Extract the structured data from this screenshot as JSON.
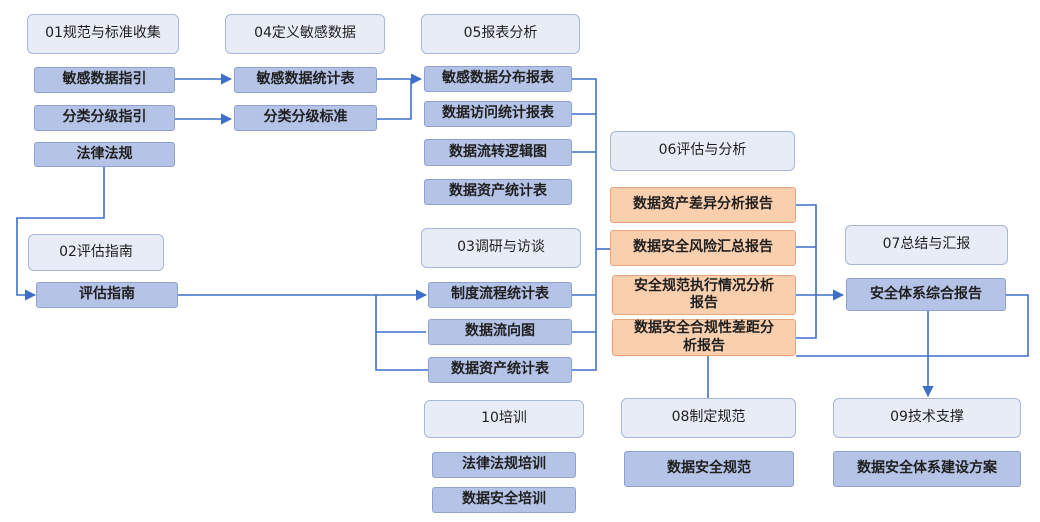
{
  "colors": {
    "wire": "#3e6fc7",
    "header_fill": "#e8ecf7",
    "item_fill": "#b4c3e6",
    "report_fill": "#f9cfae"
  },
  "groups": {
    "g01": {
      "title": "01规范与标准收集",
      "items": [
        "敏感数据指引",
        "分类分级指引",
        "法律法规"
      ]
    },
    "g02": {
      "title": "02评估指南",
      "items": [
        "评估指南"
      ]
    },
    "g03": {
      "title": "03调研与访谈",
      "items": [
        "制度流程统计表",
        "数据流向图",
        "数据资产统计表"
      ]
    },
    "g04": {
      "title": "04定义敏感数据",
      "items": [
        "敏感数据统计表",
        "分类分级标准"
      ]
    },
    "g05": {
      "title": "05报表分析",
      "items": [
        "敏感数据分布报表",
        "数据访问统计报表",
        "数据流转逻辑图",
        "数据资产统计表"
      ]
    },
    "g06": {
      "title": "06评估与分析",
      "items": [
        "数据资产差异分析报告",
        "数据安全风险汇总报告",
        "安全规范执行情况分析报告",
        "数据安全合规性差距分析报告"
      ]
    },
    "g07": {
      "title": "07总结与汇报",
      "items": [
        "安全体系综合报告"
      ]
    },
    "g08": {
      "title": "08制定规范",
      "items": [
        "数据安全规范"
      ]
    },
    "g09": {
      "title": "09技术支撑",
      "items": [
        "数据安全体系建设方案"
      ]
    },
    "g10": {
      "title": "10培训",
      "items": [
        "法律法规培训",
        "数据安全培训"
      ]
    }
  }
}
